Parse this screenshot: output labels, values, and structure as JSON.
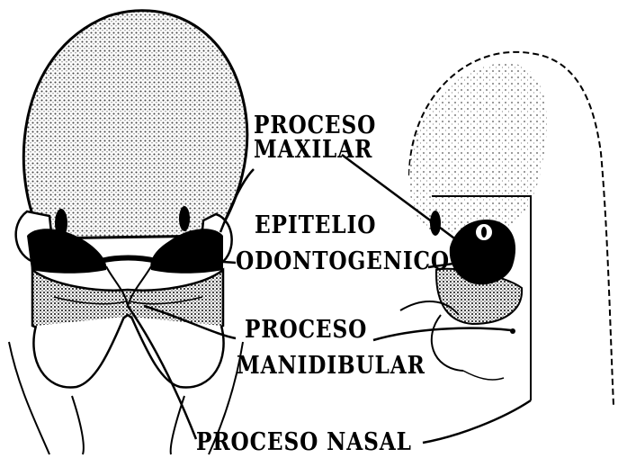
{
  "labels": {
    "proceso_maxilar_1": "PROCESO",
    "proceso_maxilar_2": "MAXILAR",
    "epitelio_1": "EPITELIO",
    "epitelio_2": "ODONTOGENICO",
    "proceso_mandibular_1": "PROCESO",
    "proceso_mandibular_2": "MANIDIBULAR",
    "proceso_nasal": "PROCESO NASAL"
  },
  "colors": {
    "ink": "#000000",
    "paper": "#ffffff",
    "stipple": "#5a5a5a"
  }
}
